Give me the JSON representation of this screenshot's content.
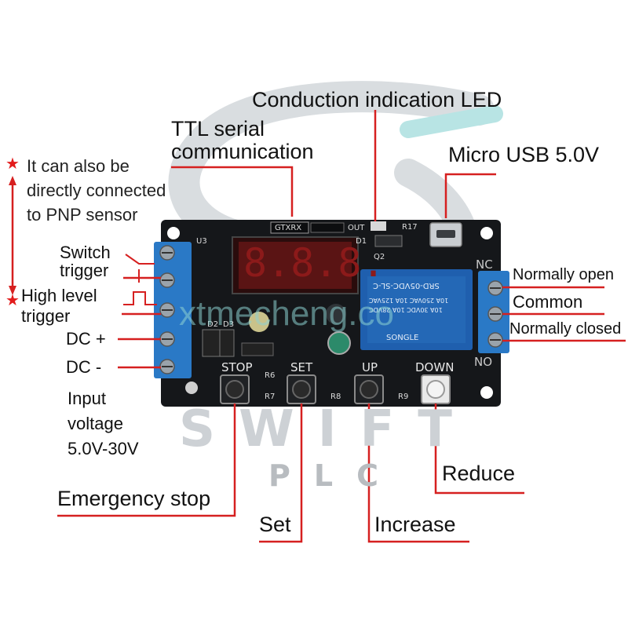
{
  "labels": {
    "conduction_led": "Conduction indication LED",
    "ttl_serial": "TTL serial\ncommunication",
    "micro_usb": "Micro USB 5.0V",
    "pnp_note": "It can also be\ndirectly connected\nto PNP sensor",
    "switch_trigger": "Switch\ntrigger",
    "high_level_trigger": "High level\ntrigger",
    "dc_plus": "DC +",
    "dc_minus": "DC -",
    "input_voltage": "Input\nvoltage\n5.0V-30V",
    "normally_open": "Normally open",
    "common": "Common",
    "normally_closed": "Normally closed",
    "emergency_stop": "Emergency stop",
    "set": "Set",
    "increase": "Increase",
    "reduce": "Reduce"
  },
  "board": {
    "button_labels": [
      "STOP",
      "SET",
      "UP",
      "DOWN"
    ],
    "header_label": "GTXRX",
    "out_label": "OUT",
    "nc_label": "NC",
    "no_label": "NO",
    "display_digits": "8.8.8.",
    "relay_text": [
      "SRD-05VDC-SL-C",
      "10A 250VAC 10A 125VAC",
      "10A 30VDC 10A 28VDC"
    ],
    "relay_brand": "SONGLE",
    "silk_refs": [
      "U3",
      "D1",
      "Q2",
      "R17",
      "R6",
      "R7",
      "R8",
      "R9",
      "D2",
      "D3"
    ]
  },
  "watermark": {
    "brand": "SWIFT",
    "sub": "PLC",
    "site": "xtmecheng.co"
  },
  "colors": {
    "pointer_line": "#d62020",
    "pcb": "#15171a",
    "terminal_blue": "#2a79c6",
    "relay_blue": "#1f5fae",
    "display_red": "#7a1212",
    "star": "#e21b1b"
  },
  "icons": [
    "star-icon",
    "rising-edge-icon",
    "pulse-icon"
  ]
}
